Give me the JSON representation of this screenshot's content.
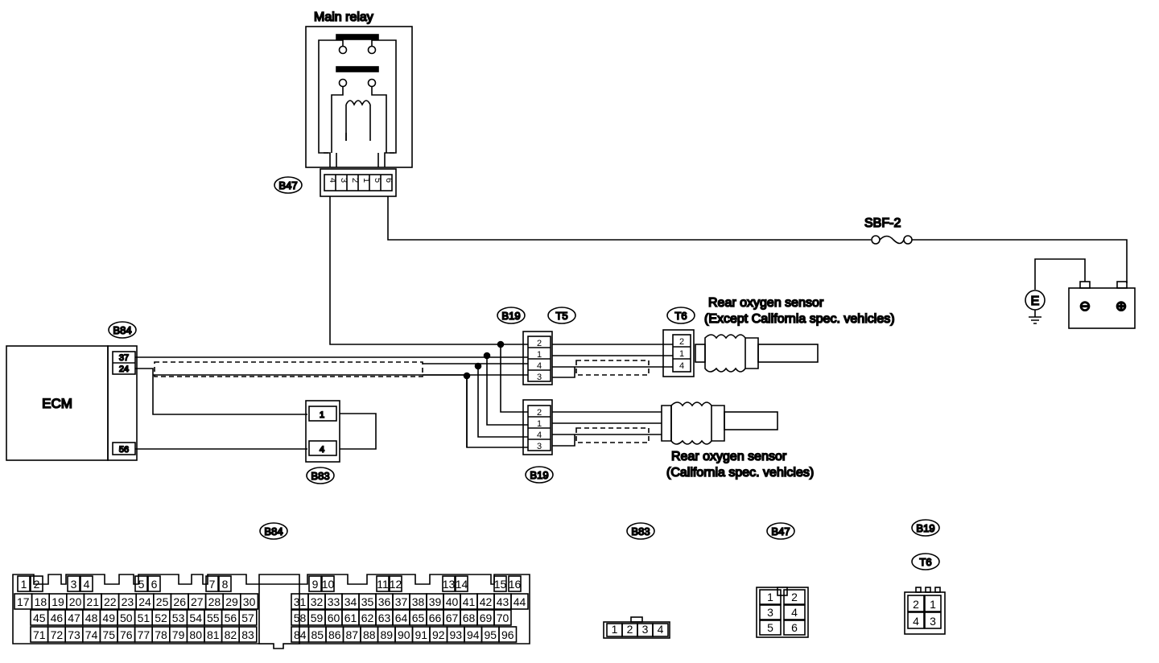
{
  "labels": {
    "main_relay": "Main relay",
    "sbf": "SBF-2",
    "ecm": "ECM",
    "sensor_except_1": "Rear oxygen sensor",
    "sensor_except_2": "(Except California spec. vehicles)",
    "sensor_cal_1": "Rear oxygen sensor",
    "sensor_cal_2": "(California spec. vehicles)",
    "ground_symbol": "E",
    "battery_neg": "⊖",
    "battery_pos": "⊕"
  },
  "tags": {
    "b47": "B47",
    "b84": "B84",
    "b19_top": "B19",
    "t5": "T5",
    "t6_top": "T6",
    "b83": "B83",
    "b19_bottom": "B19",
    "b84_face": "B84",
    "b83_face": "B83",
    "b47_face": "B47",
    "b19_face": "B19",
    "t6_face": "T6"
  },
  "relay_pins": [
    "4",
    "3",
    "2",
    "1",
    "5",
    "6"
  ],
  "ecm_pins": [
    "37",
    "24",
    "56"
  ],
  "b83_wire_pins": [
    "1",
    "4"
  ],
  "b19_top_pins": [
    "2",
    "1",
    "4",
    "3"
  ],
  "t6_pins": [
    "2",
    "1",
    "4"
  ],
  "b19_bottom_pins": [
    "2",
    "1",
    "4",
    "3"
  ],
  "b84_face": {
    "row1": [
      "1",
      "2",
      "3",
      "4",
      "5",
      "6",
      "7",
      "8",
      "9",
      "10",
      "11",
      "12",
      "13",
      "14",
      "15",
      "16"
    ],
    "row2": [
      "17",
      "18",
      "19",
      "20",
      "21",
      "22",
      "23",
      "24",
      "25",
      "26",
      "27",
      "28",
      "29",
      "30",
      "31",
      "32",
      "33",
      "34",
      "35",
      "36",
      "37",
      "38",
      "39",
      "40",
      "41",
      "42",
      "43",
      "44"
    ],
    "row3": [
      "45",
      "46",
      "47",
      "48",
      "49",
      "50",
      "51",
      "52",
      "53",
      "54",
      "55",
      "56",
      "57",
      "58",
      "59",
      "60",
      "61",
      "62",
      "63",
      "64",
      "65",
      "66",
      "67",
      "68",
      "69",
      "70"
    ],
    "row4": [
      "71",
      "72",
      "73",
      "74",
      "75",
      "76",
      "77",
      "78",
      "79",
      "80",
      "81",
      "82",
      "83",
      "84",
      "85",
      "86",
      "87",
      "88",
      "89",
      "90",
      "91",
      "92",
      "93",
      "94",
      "95",
      "96"
    ]
  },
  "b83_face": [
    "1",
    "2",
    "3",
    "4"
  ],
  "b47_face": [
    "1",
    "2",
    "3",
    "4",
    "5",
    "6"
  ],
  "b19_t6_face": [
    "2",
    "1",
    "4",
    "3"
  ]
}
